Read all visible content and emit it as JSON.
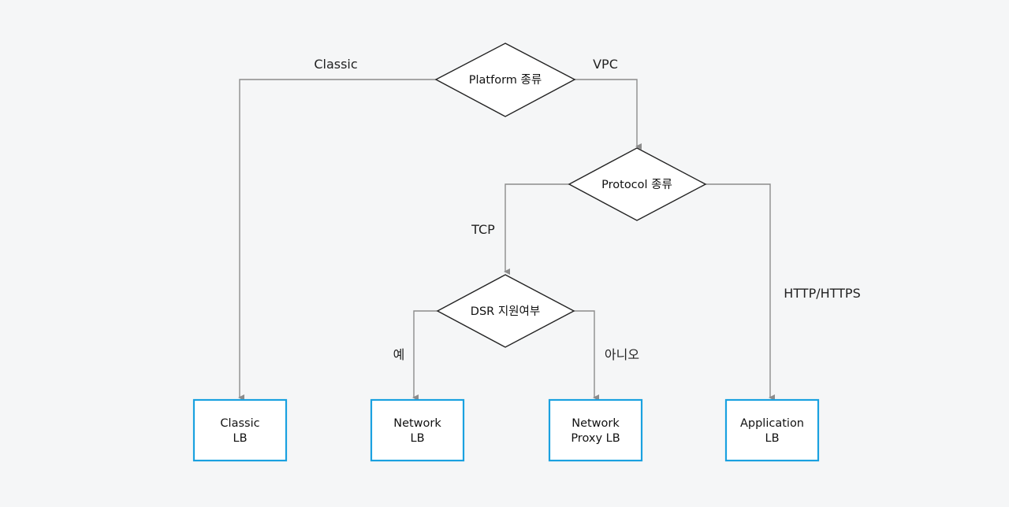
{
  "decisions": {
    "platform": "Platform 종류",
    "protocol": "Protocol 종류",
    "dsr": "DSR 지원여부"
  },
  "edges": {
    "classic": "Classic",
    "vpc": "VPC",
    "tcp": "TCP",
    "http": "HTTP/HTTPS",
    "yes": "예",
    "no": "아니오"
  },
  "results": {
    "classic_lb": [
      "Classic",
      "LB"
    ],
    "network_lb": [
      "Network",
      "LB"
    ],
    "network_proxy_lb": [
      "Network",
      "Proxy LB"
    ],
    "application_lb": [
      "Application",
      "LB"
    ]
  },
  "colors": {
    "background": "#f5f6f7",
    "result_border": "#1aa1e0",
    "decision_border": "#222222",
    "connector": "#8c8c8c"
  }
}
